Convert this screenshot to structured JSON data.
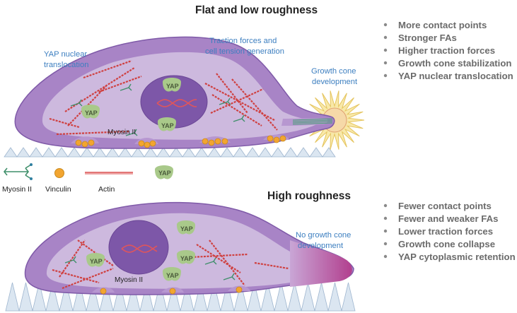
{
  "top_panel": {
    "title": "Flat and low roughness",
    "bullets": [
      "More contact points",
      "Stronger FAs",
      "Higher traction forces",
      "Growth cone stabilization",
      "YAP nuclear translocation"
    ],
    "labels": {
      "yap_line1": "YAP nuclear",
      "yap_line2": "translocation",
      "traction_line1": "Traction forces and",
      "traction_line2": "cell tension generation",
      "growth_line1": "Growth cone",
      "growth_line2": "development"
    },
    "myosin_label": "Myosin II",
    "yap_badges": [
      "YAP",
      "YAP",
      "YAP"
    ]
  },
  "bottom_panel": {
    "title": "High roughness",
    "bullets": [
      "Fewer contact points",
      "Fewer and weaker FAs",
      "Lower traction forces",
      "Growth cone collapse",
      "YAP cytoplasmic retention"
    ],
    "labels": {
      "nogrowth_line1": "No growth cone",
      "nogrowth_line2": "development"
    },
    "myosin_label": "Myosin II",
    "yap_badges": [
      "YAP",
      "YAP",
      "YAP",
      "YAP"
    ]
  },
  "legend": {
    "myosin": "Myosin II",
    "vinculin": "Vinculin",
    "actin": "Actin",
    "yap": "YAP"
  },
  "colors": {
    "cell_outer": "#9f7fc0",
    "cell_inner": "#c7b3da",
    "nucleus": "#7f5aa8",
    "actin": "#d9534f",
    "vinculin": "#f0a830",
    "yap": "#a8c888",
    "substrate": "#bcd0e4",
    "growth_cone": "#f6e49a",
    "collapse": "#c44f9a",
    "label_blue": "#3d7fc0"
  }
}
